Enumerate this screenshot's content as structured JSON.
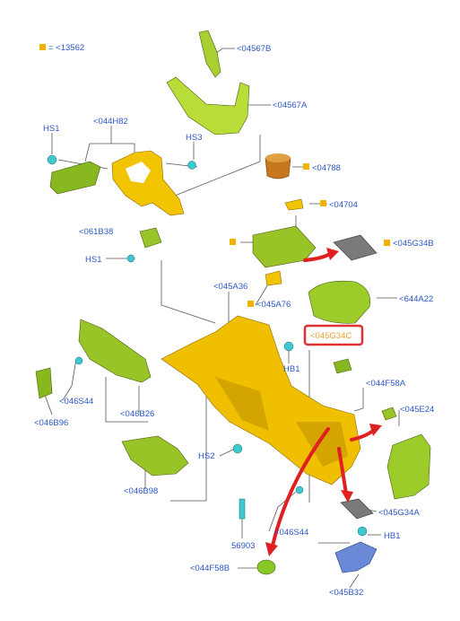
{
  "legend": {
    "symbol_color": "#f2b200",
    "text": "= <13562"
  },
  "labels": {
    "l04567B": "<04567B",
    "l04567A": "<04567A",
    "l044H82": "<044H82",
    "lHS1a": "HS1",
    "lHS3": "HS3",
    "l04788": "<04788",
    "l04704": "<04704",
    "l061B38": "<061B38",
    "lHS1b": "HS1",
    "l045G34B": "<045G34B",
    "l045A36": "<045A36",
    "l045A76": "<045A76",
    "l644A22": "<644A22",
    "l045G34C": "<045G34C",
    "lHB1a": "HB1",
    "l044F58A": "<044F58A",
    "l045E24": "<045E24",
    "l046S44a": "<046S44",
    "l046B96": "<046B96",
    "l046B26": "<046B26",
    "lHS2": "HS2",
    "l046B98": "<046B98",
    "l56903": "56903",
    "l046S44b": "<046S44",
    "l045G34A": "<045G34A",
    "lHB1b": "HB1",
    "l044F58B": "<044F58B",
    "l045B32": "<045B32"
  },
  "colors": {
    "label": "#2b57c8",
    "highlight_box": "#e03030",
    "highlight_text": "#e8a030",
    "part_green": "#9ccc2a",
    "part_yellow": "#f0c000",
    "arrow": "#e02020",
    "fastener": "#40c8d0"
  }
}
